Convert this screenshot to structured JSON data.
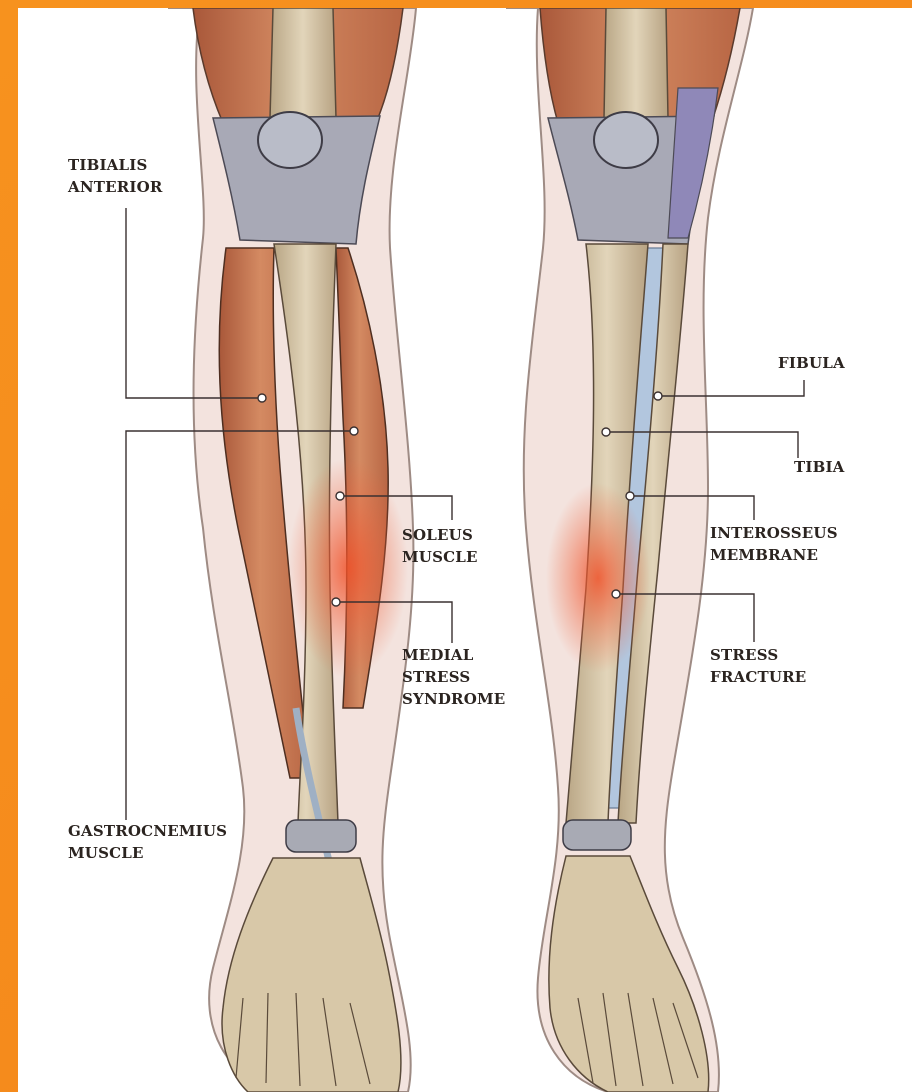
{
  "labels": {
    "tibialis_anterior": [
      "TIBIALIS",
      "ANTERIOR"
    ],
    "gastrocnemius": [
      "GASTROCNEMIUS",
      "MUSCLE"
    ],
    "soleus": [
      "SOLEUS",
      "MUSCLE"
    ],
    "medial_stress": [
      "MEDIAL",
      "STRESS",
      "SYNDROME"
    ],
    "fibula": [
      "FIBULA"
    ],
    "tibia": [
      "TIBIA"
    ],
    "interosseus": [
      "INTEROSSEUS",
      "MEMBRANE"
    ],
    "stress_fracture": [
      "STRESS",
      "FRACTURE"
    ]
  },
  "colors": {
    "frame": "#f58a1c",
    "skin": "#f3e3de",
    "muscle": "#c8734c",
    "bone": "#d4c3a3",
    "membrane": "#a9bfd9",
    "inflammation": "#ee5a2c",
    "leader": "#3a3030"
  }
}
